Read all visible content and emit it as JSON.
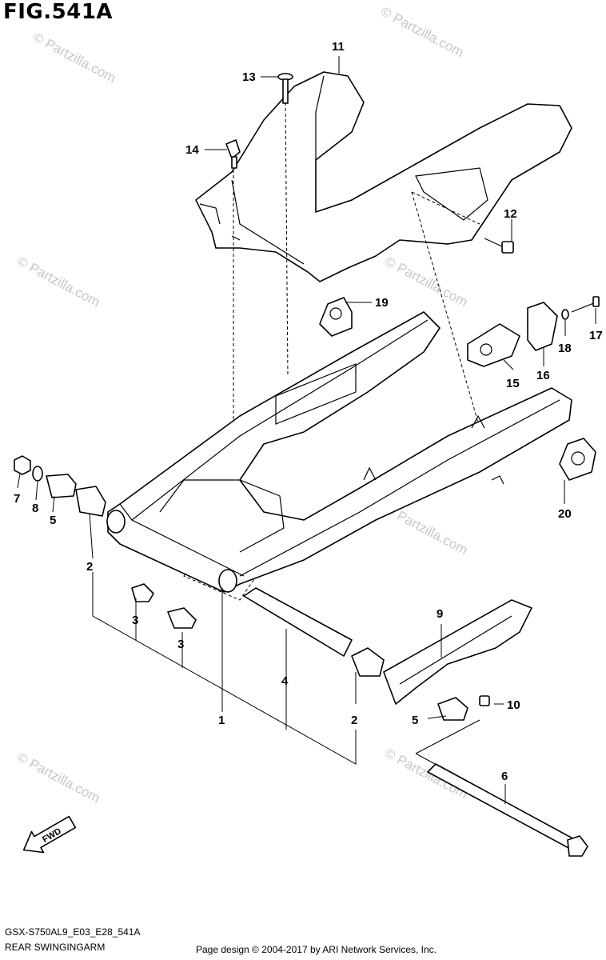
{
  "figure": {
    "title": "FIG.541A",
    "code": "GSX-S750AL9_E03_E28_541A",
    "name": "REAR SWINGINGARM",
    "copyright": "Page design © 2004-2017 by ARI Network Services, Inc."
  },
  "watermark": {
    "text": "© Partzilla.com"
  },
  "fwd_label": "FWD",
  "callouts": {
    "c1": "1",
    "c2a": "2",
    "c2b": "2",
    "c3a": "3",
    "c3b": "3",
    "c4": "4",
    "c5a": "5",
    "c5b": "5",
    "c6": "6",
    "c7": "7",
    "c8": "8",
    "c9": "9",
    "c10": "10",
    "c11": "11",
    "c12": "12",
    "c13": "13",
    "c14": "14",
    "c15": "15",
    "c16": "16",
    "c17": "17",
    "c18": "18",
    "c19": "19",
    "c20": "20"
  }
}
